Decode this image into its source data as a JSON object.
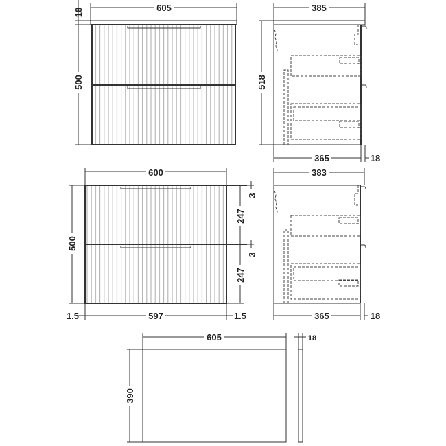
{
  "views": {
    "front_assembled": {
      "width_label": "605",
      "top_thickness_label": "18",
      "height_label": "500"
    },
    "side_assembled": {
      "depth_label": "385",
      "height_label": "518",
      "body_depth_label": "365",
      "door_thickness_label": "18"
    },
    "front_unit": {
      "width_label": "600",
      "height_label": "500",
      "drawer_height_top": "247",
      "drawer_height_bottom": "247",
      "gap_top": "3",
      "gap_mid": "3",
      "left_gap": "1.5",
      "door_width": "597",
      "right_gap": "1.5"
    },
    "side_unit": {
      "depth_label": "383",
      "body_depth_label": "365",
      "door_thickness_label": "18"
    },
    "worktop": {
      "width_label": "605",
      "depth_label": "390",
      "thickness_label": "18"
    }
  }
}
